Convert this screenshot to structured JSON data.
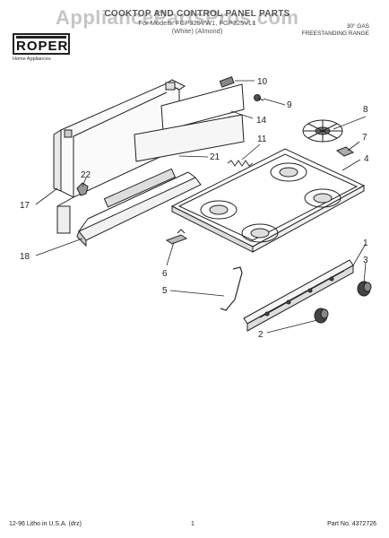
{
  "watermark": "AppliancePartsPros.com",
  "brand": {
    "name": "ROPER",
    "tagline": "Home Appliances"
  },
  "header": {
    "title": "COOKTOP AND CONTROL PANEL PARTS",
    "models": "For Models: FGP325VW1, FGP325VL1",
    "colors": "(White)    (Almond)"
  },
  "subtitle": {
    "line1": "30\" GAS",
    "line2": "FREESTANDING RANGE"
  },
  "callouts": [
    "1",
    "2",
    "3",
    "4",
    "5",
    "6",
    "7",
    "8",
    "9",
    "10",
    "11",
    "14",
    "17",
    "18",
    "21",
    "22"
  ],
  "footer": {
    "litho": "12-96 Litho in U.S.A. (drz)",
    "page": "1",
    "part_no": "Part No. 4372726"
  }
}
